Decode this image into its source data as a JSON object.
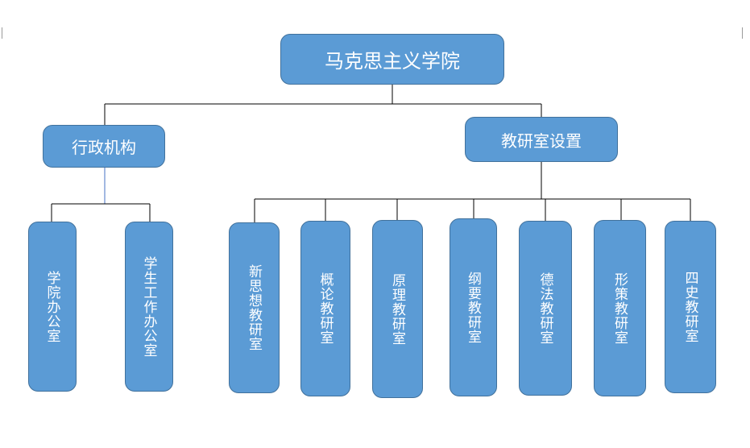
{
  "root": {
    "label": "马克思主义学院"
  },
  "branches": [
    {
      "label": "行政机构",
      "children": [
        {
          "label": "学院办公室"
        },
        {
          "label": "学生工作办公室"
        }
      ]
    },
    {
      "label": "教研室设置",
      "children": [
        {
          "label": "新思想教研室"
        },
        {
          "label": "概论教研室"
        },
        {
          "label": "原理教研室"
        },
        {
          "label": "纲要教研室"
        },
        {
          "label": "德法教研室"
        },
        {
          "label": "形策教研室"
        },
        {
          "label": "四史教研室"
        }
      ]
    }
  ],
  "colors": {
    "box_fill": "#5b9bd5",
    "box_border": "#41719c",
    "connector": "#000000",
    "accent_connector": "#4472c4"
  }
}
